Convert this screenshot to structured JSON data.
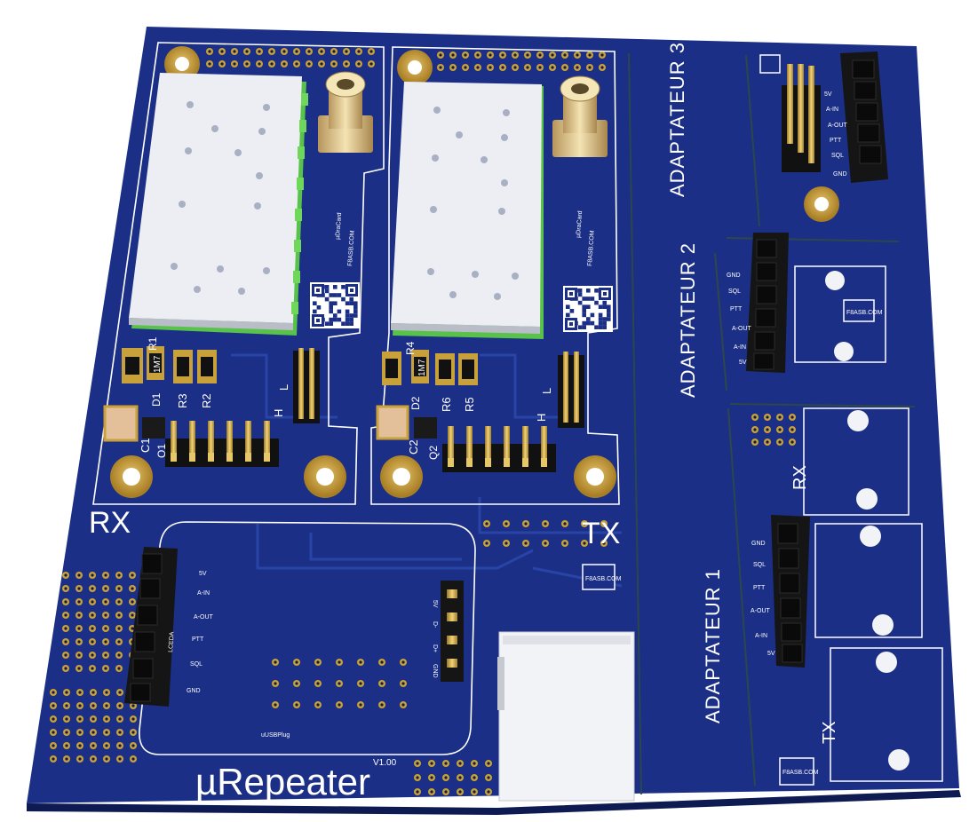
{
  "board": {
    "title": "µRepeater",
    "version": "V1.00",
    "colors": {
      "pcb": "#1b2f86",
      "pcb_dark": "#13236a",
      "gold": "#c9a13a",
      "silk": "#ffffff",
      "module": "#e9ebf0",
      "module_edge": "#58c24a"
    }
  },
  "sections": {
    "rx": "RX",
    "tx": "TX",
    "adapter1": "ADAPTATEUR 1",
    "adapter2": "ADAPTATEUR 2",
    "adapter3": "ADAPTATEUR 3",
    "adapter_rx": "RX",
    "adapter_tx": "TX"
  },
  "modules": {
    "name": "µDraCard",
    "site": "F8ASB.COM",
    "chip_label": "F8ASB.COM"
  },
  "components": {
    "rx": {
      "r1": "R1",
      "r2": "R2",
      "r3": "R3",
      "d1": "D1",
      "q1": "Q1",
      "c1": "C1",
      "r1_marking": "1M7"
    },
    "tx": {
      "r4": "R4",
      "r5": "R5",
      "r6": "R6",
      "d2": "D2",
      "q2": "Q2",
      "c2": "C2",
      "r4_marking": "1M7"
    },
    "jumper_high": "H",
    "jumper_low": "L"
  },
  "usbplug": {
    "name": "uUSBPlug",
    "header_brand": "LCEDA",
    "pins": [
      "5V",
      "A-IN",
      "A-OUT",
      "PTT",
      "SQL",
      "GND"
    ],
    "usb_pins": [
      "5V",
      "D-",
      "D+",
      "GND"
    ]
  },
  "adapter_pins": {
    "a3": [
      "5V",
      "A-IN",
      "A-OUT",
      "PTT",
      "SQL",
      "GND"
    ],
    "a2": [
      "GND",
      "SQL",
      "PTT",
      "A-OUT",
      "A-IN",
      "5V"
    ],
    "a1": [
      "GND",
      "SQL",
      "PTT",
      "A-OUT",
      "A-IN",
      "5V"
    ]
  }
}
